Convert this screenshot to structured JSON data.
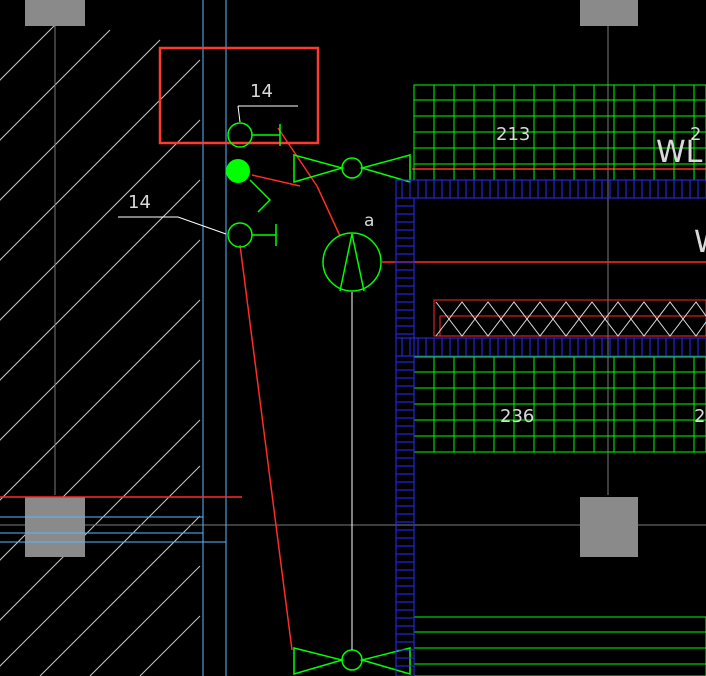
{
  "labels": {
    "callout_top": "14",
    "callout_left": "14",
    "room_213": "213",
    "room_2x_partial": "2",
    "room_236": "236",
    "room_2_partial": "2",
    "dim_a": "a",
    "wl_text": "WL",
    "w_text": "W"
  },
  "colors": {
    "background": "#000000",
    "hatch": "#c8c8c8",
    "column": "#8a8a8a",
    "green": "#00ff00",
    "red": "#ff2a2a",
    "blue": "#2b2bff",
    "cyan": "#59b7ff",
    "highlight_box": "#ff3b30"
  }
}
